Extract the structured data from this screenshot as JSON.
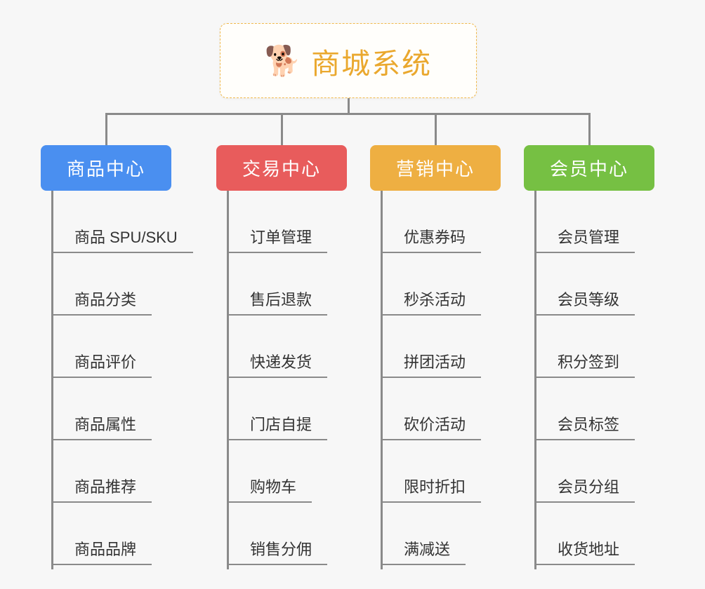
{
  "canvas": {
    "background": "#f7f7f7",
    "connector_color": "#8a8a8a"
  },
  "root": {
    "icon": "shiba-dog-face-emoji",
    "emoji": "🐕",
    "title": "商城系统",
    "title_color": "#eaa82e",
    "border_color": "#f0b84a",
    "background": "#fffefb"
  },
  "branches": [
    {
      "id": "product-center",
      "label": "商品中心",
      "color": "#4a8ff0",
      "items": [
        {
          "label": "商品 SPU/SKU"
        },
        {
          "label": "商品分类"
        },
        {
          "label": "商品评价"
        },
        {
          "label": "商品属性"
        },
        {
          "label": "商品推荐"
        },
        {
          "label": "商品品牌"
        }
      ]
    },
    {
      "id": "trade-center",
      "label": "交易中心",
      "color": "#e85c5c",
      "items": [
        {
          "label": "订单管理"
        },
        {
          "label": "售后退款"
        },
        {
          "label": "快递发货"
        },
        {
          "label": "门店自提"
        },
        {
          "label": "购物车"
        },
        {
          "label": "销售分佣"
        }
      ]
    },
    {
      "id": "marketing-center",
      "label": "营销中心",
      "color": "#eeaf42",
      "items": [
        {
          "label": "优惠券码"
        },
        {
          "label": "秒杀活动"
        },
        {
          "label": "拼团活动"
        },
        {
          "label": "砍价活动"
        },
        {
          "label": "限时折扣"
        },
        {
          "label": "满减送"
        }
      ]
    },
    {
      "id": "member-center",
      "label": "会员中心",
      "color": "#76c043",
      "items": [
        {
          "label": "会员管理"
        },
        {
          "label": "会员等级"
        },
        {
          "label": "积分签到"
        },
        {
          "label": "会员标签"
        },
        {
          "label": "会员分组"
        },
        {
          "label": "收货地址"
        }
      ]
    }
  ]
}
